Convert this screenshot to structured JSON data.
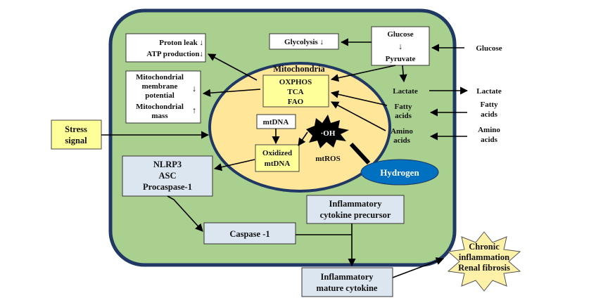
{
  "colors": {
    "cell_fill": "#a9d08e",
    "cell_border": "#1f3864",
    "mito_fill": "#ffe699",
    "yellow_box": "#ffff99",
    "blue_box": "#dce6f1",
    "hydrogen_fill": "#0070c0",
    "star_fill": "#fff2a8"
  },
  "boxes": {
    "proton_leak": [
      "Proton leak ↓",
      "ATP production↓"
    ],
    "glycolysis": "Glycolysis ↓",
    "glucose_pyruvate": [
      "Glucose",
      "↓",
      "Pyruvate"
    ],
    "membrane": [
      "Mitochondrial",
      "membrane",
      "potential",
      "Mitochondrial",
      "mass"
    ],
    "membrane_arrows": [
      "↓",
      "↑"
    ],
    "oxphos": [
      "OXPHOS",
      "TCA",
      "FAO"
    ],
    "mtdna": "mtDNA",
    "oxidized": [
      "Oxidized",
      "mtDNA"
    ],
    "stress": [
      "Stress",
      "signal"
    ],
    "nlrp3": [
      "NLRP3",
      "ASC",
      "Procaspase-1"
    ],
    "caspase": "Caspase -1",
    "precursor": [
      "Inflammatory",
      "cytokine precursor"
    ],
    "mature": [
      "Inflammatory",
      "mature cytokine"
    ]
  },
  "labels": {
    "mitochondria": "Mitochondria",
    "lactate_in": "Lactate",
    "fatty_in": [
      "Fatty",
      "acids"
    ],
    "amino_in": [
      "Amino",
      "acids"
    ],
    "mtros": "mtROS",
    "oh": "·OH",
    "hydrogen": "Hydrogen",
    "glucose_out": "Glucose",
    "lactate_out": "Lactate",
    "fatty_out": [
      "Fatty",
      "acids"
    ],
    "amino_out": [
      "Amino",
      "acids"
    ],
    "chronic": [
      "Chronic",
      "inflammation",
      "Renal fibrosis"
    ]
  }
}
